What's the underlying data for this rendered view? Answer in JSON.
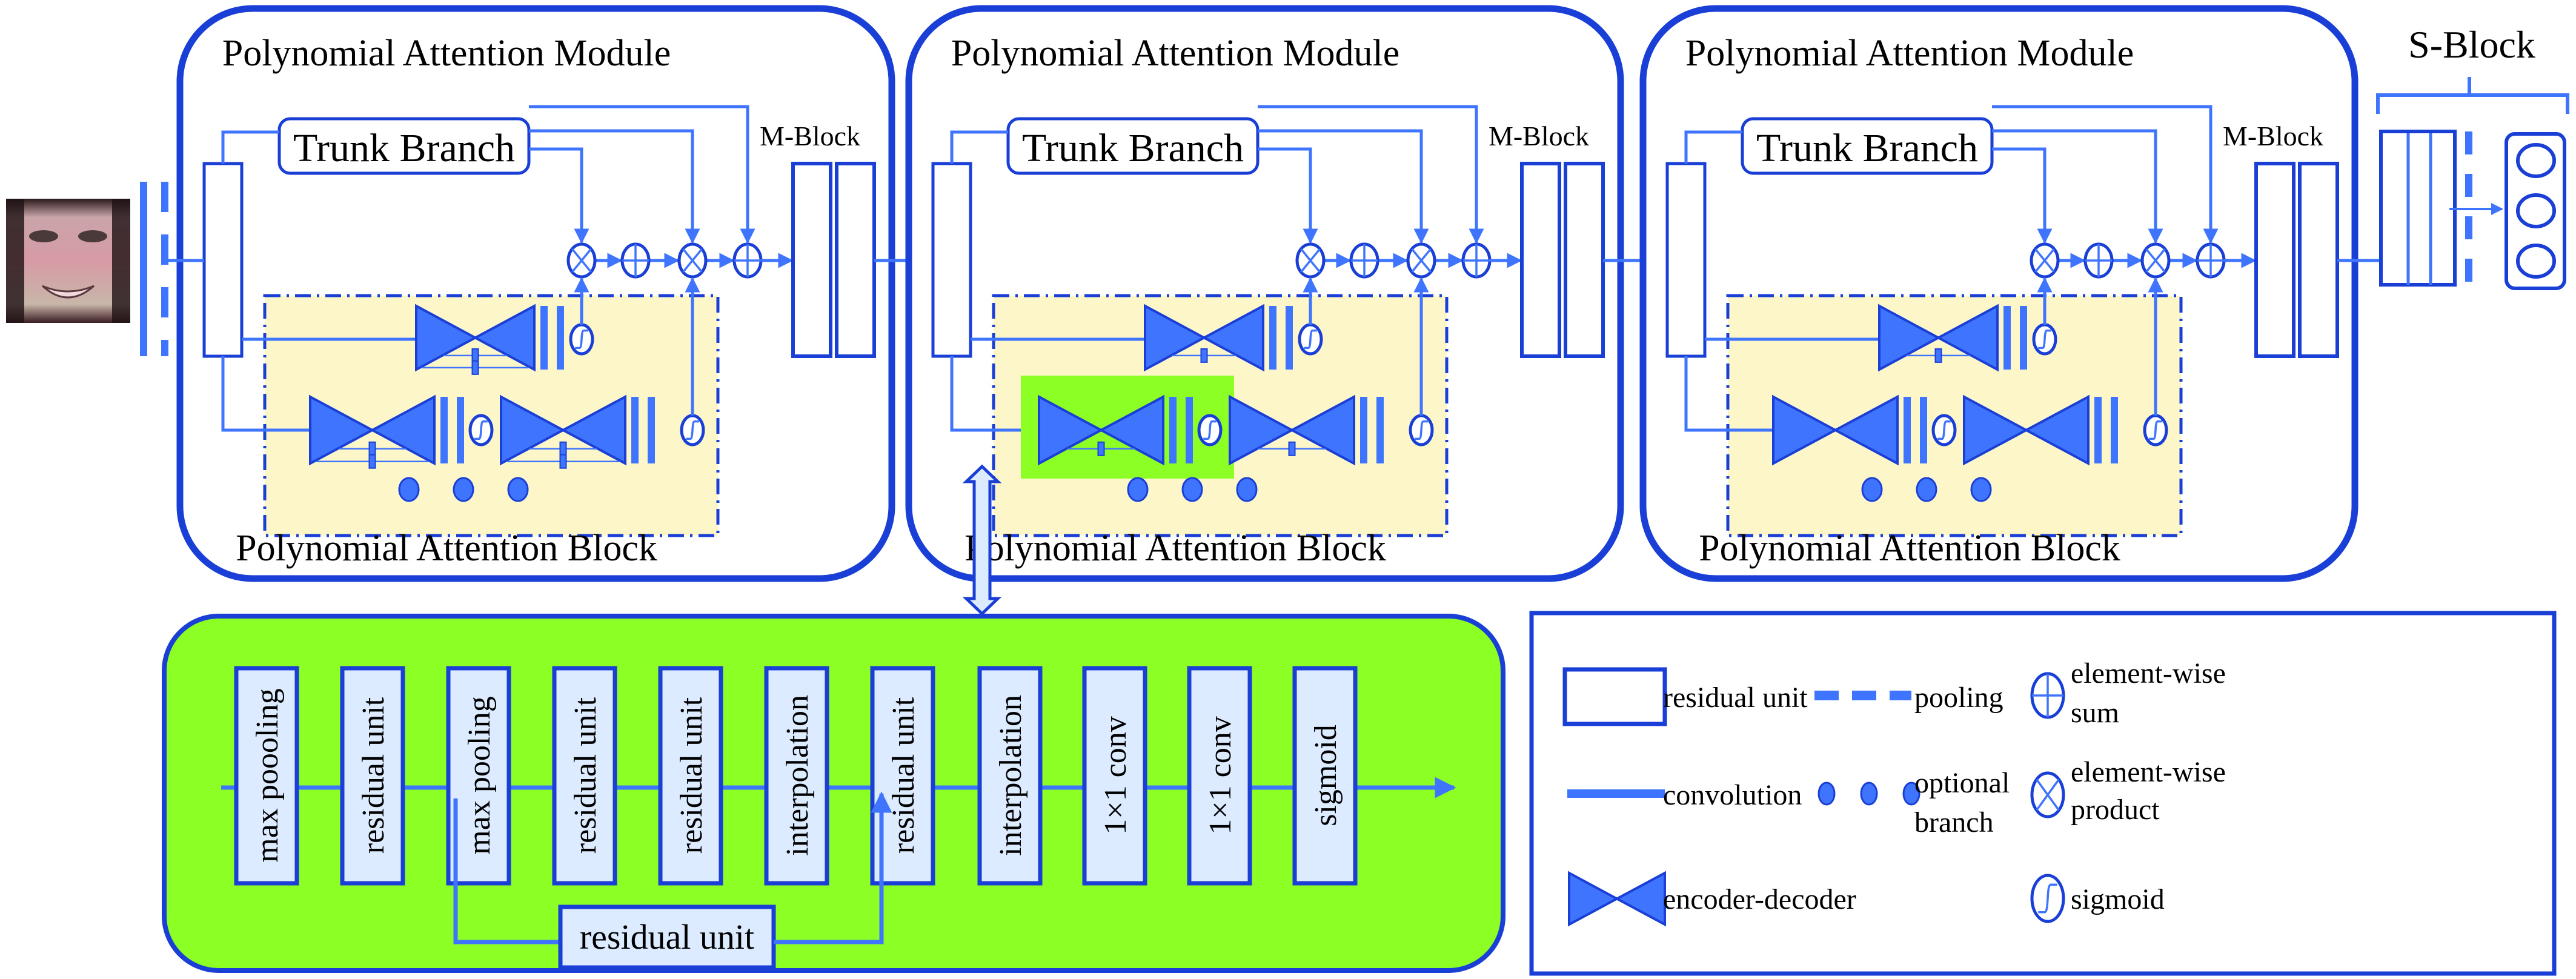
{
  "colors": {
    "stroke_dark": "#1a3fd6",
    "stroke_light": "#3f74ff",
    "fill_encoder": "#3f74ff",
    "pab_background": "#fdf6c8",
    "detail_background": "#8cff24",
    "unit_fill": "#dcebff",
    "white": "#ffffff"
  },
  "input_image": {
    "alt": "face image",
    "description": "cropped smiling face photo"
  },
  "modules": [
    {
      "title": "Polynomial Attention Module",
      "trunk_label": "Trunk Branch",
      "block_label": "Polynomial Attention Block",
      "mblock_label": "M-Block",
      "highlighted_branch": false,
      "optional_dots": 3
    },
    {
      "title": "Polynomial Attention Module",
      "trunk_label": "Trunk Branch",
      "block_label": "Polynomial Attention Block",
      "mblock_label": "M-Block",
      "highlighted_branch": true,
      "optional_dots": 3
    },
    {
      "title": "Polynomial Attention Module",
      "trunk_label": "Trunk Branch",
      "block_label": "Polynomial Attention Block",
      "mblock_label": "M-Block",
      "highlighted_branch": false,
      "optional_dots": 3
    }
  ],
  "sblock": {
    "label": "S-Block",
    "output_nodes": 3
  },
  "detail": {
    "units": [
      "max poooling",
      "residual unit",
      "max pooling",
      "residual unit",
      "residual unit",
      "interpolation",
      "residual unit",
      "interpolation",
      "1×1 conv",
      "1×1 conv",
      "sigmoid"
    ],
    "skip_unit": "residual unit"
  },
  "legend": {
    "items": [
      {
        "icon": "residual-unit-icon",
        "label": "residual unit"
      },
      {
        "icon": "pooling-icon",
        "label": "pooling"
      },
      {
        "icon": "element-wise-sum-icon",
        "label_lines": [
          "element-wise",
          "sum"
        ]
      },
      {
        "icon": "convolution-icon",
        "label": "convolution"
      },
      {
        "icon": "optional-branch-icon",
        "label_lines": [
          "optional",
          "branch"
        ]
      },
      {
        "icon": "element-wise-product-icon",
        "label_lines": [
          "element-wise",
          "product"
        ]
      },
      {
        "icon": "encoder-decoder-icon",
        "label": "encoder-decoder"
      },
      {
        "icon": "sigmoid-icon",
        "label": "sigmoid"
      }
    ]
  }
}
